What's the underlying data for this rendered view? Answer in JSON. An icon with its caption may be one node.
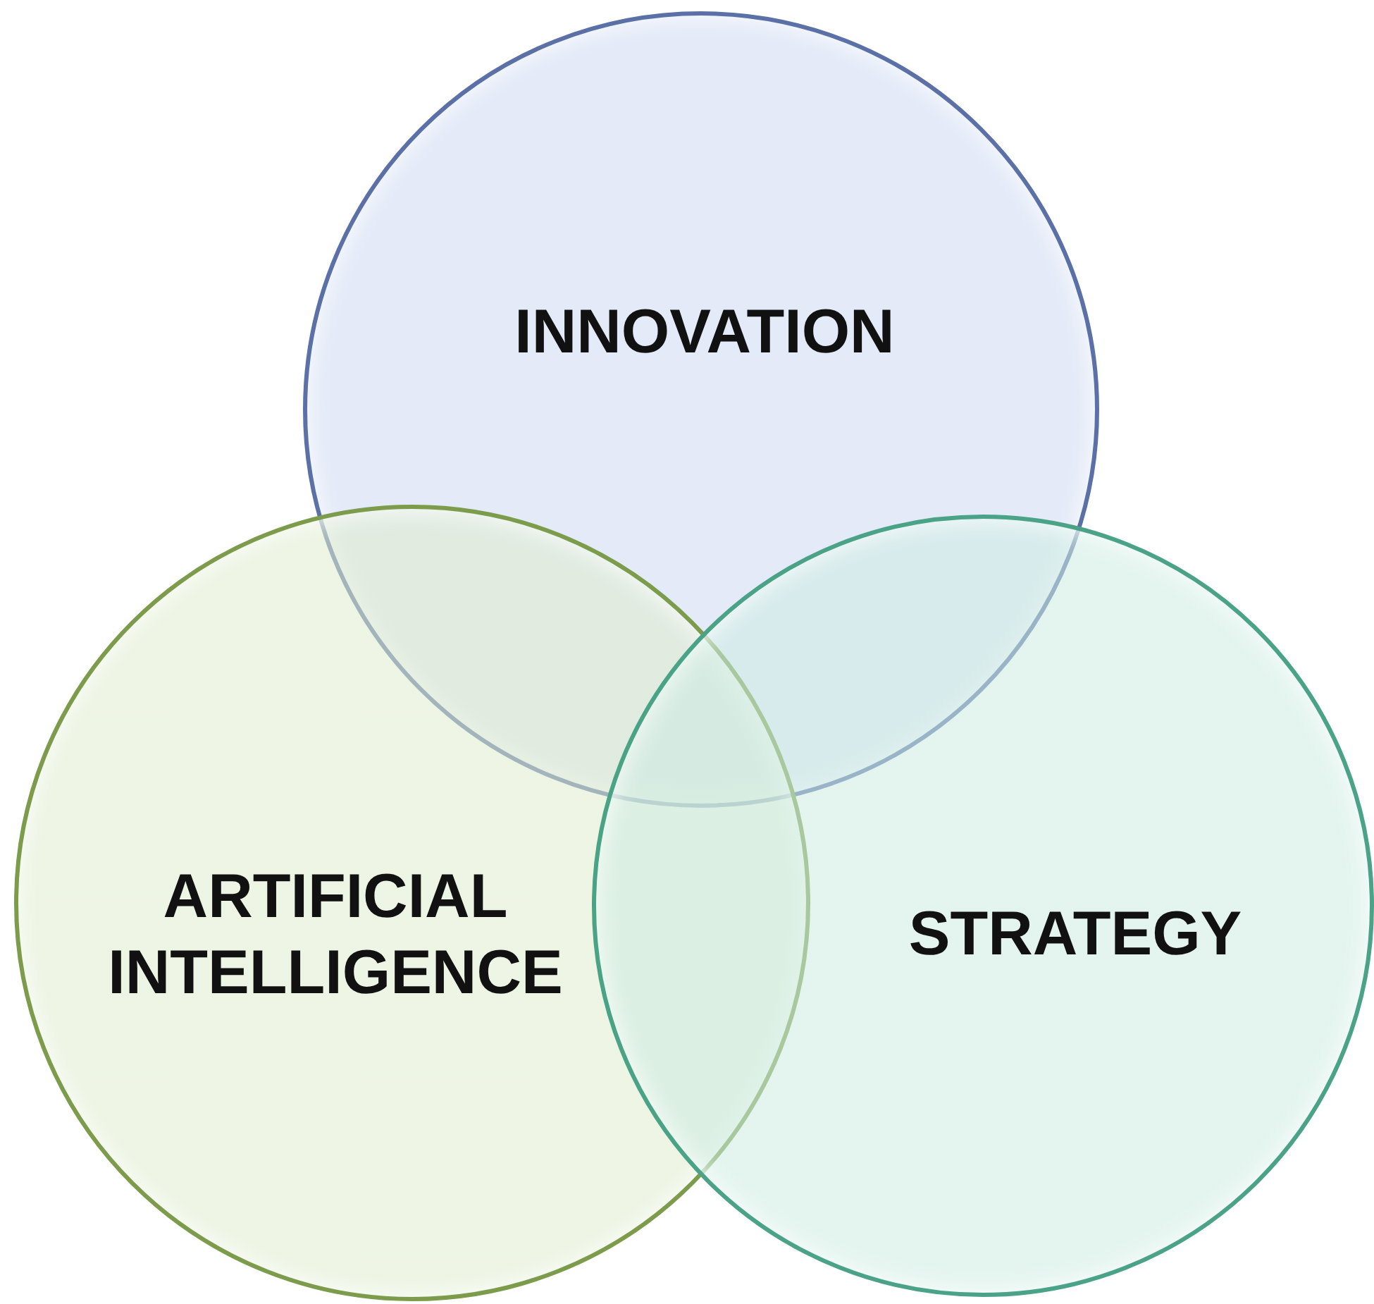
{
  "diagram": {
    "nodes": [
      {
        "text": [
          "INNOVATION"
        ]
      },
      {
        "text": [
          "ARTIFICIAL INTELLIGENCE"
        ]
      },
      {
        "text": [
          "STRATEGY"
        ]
      }
    ]
  }
}
